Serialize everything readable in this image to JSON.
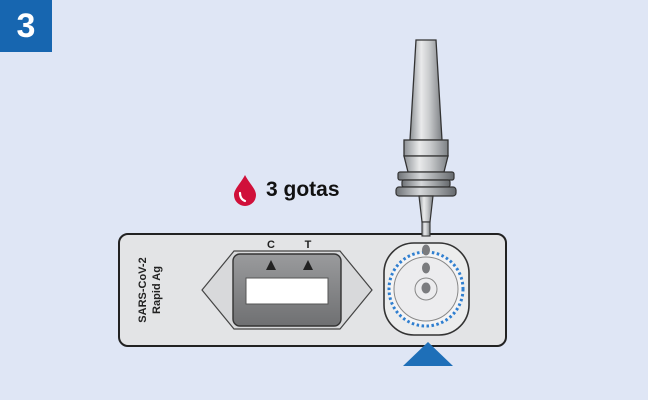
{
  "step": {
    "number": "3"
  },
  "drops_label": "3 gotas",
  "cassette": {
    "brand_line1": "SARS-CoV-2",
    "brand_line2": "Rapid Ag",
    "control_mark": "C",
    "test_mark": "T"
  },
  "colors": {
    "background": "#dfe6f5",
    "step_badge": "#1766b0",
    "drop": "#d0103a",
    "sample_well_ring": "#2f7fd0",
    "pointer_arrow": "#1e6fb8"
  },
  "icons": {
    "drop": "blood-drop-icon",
    "pointer": "triangle-up-icon"
  }
}
